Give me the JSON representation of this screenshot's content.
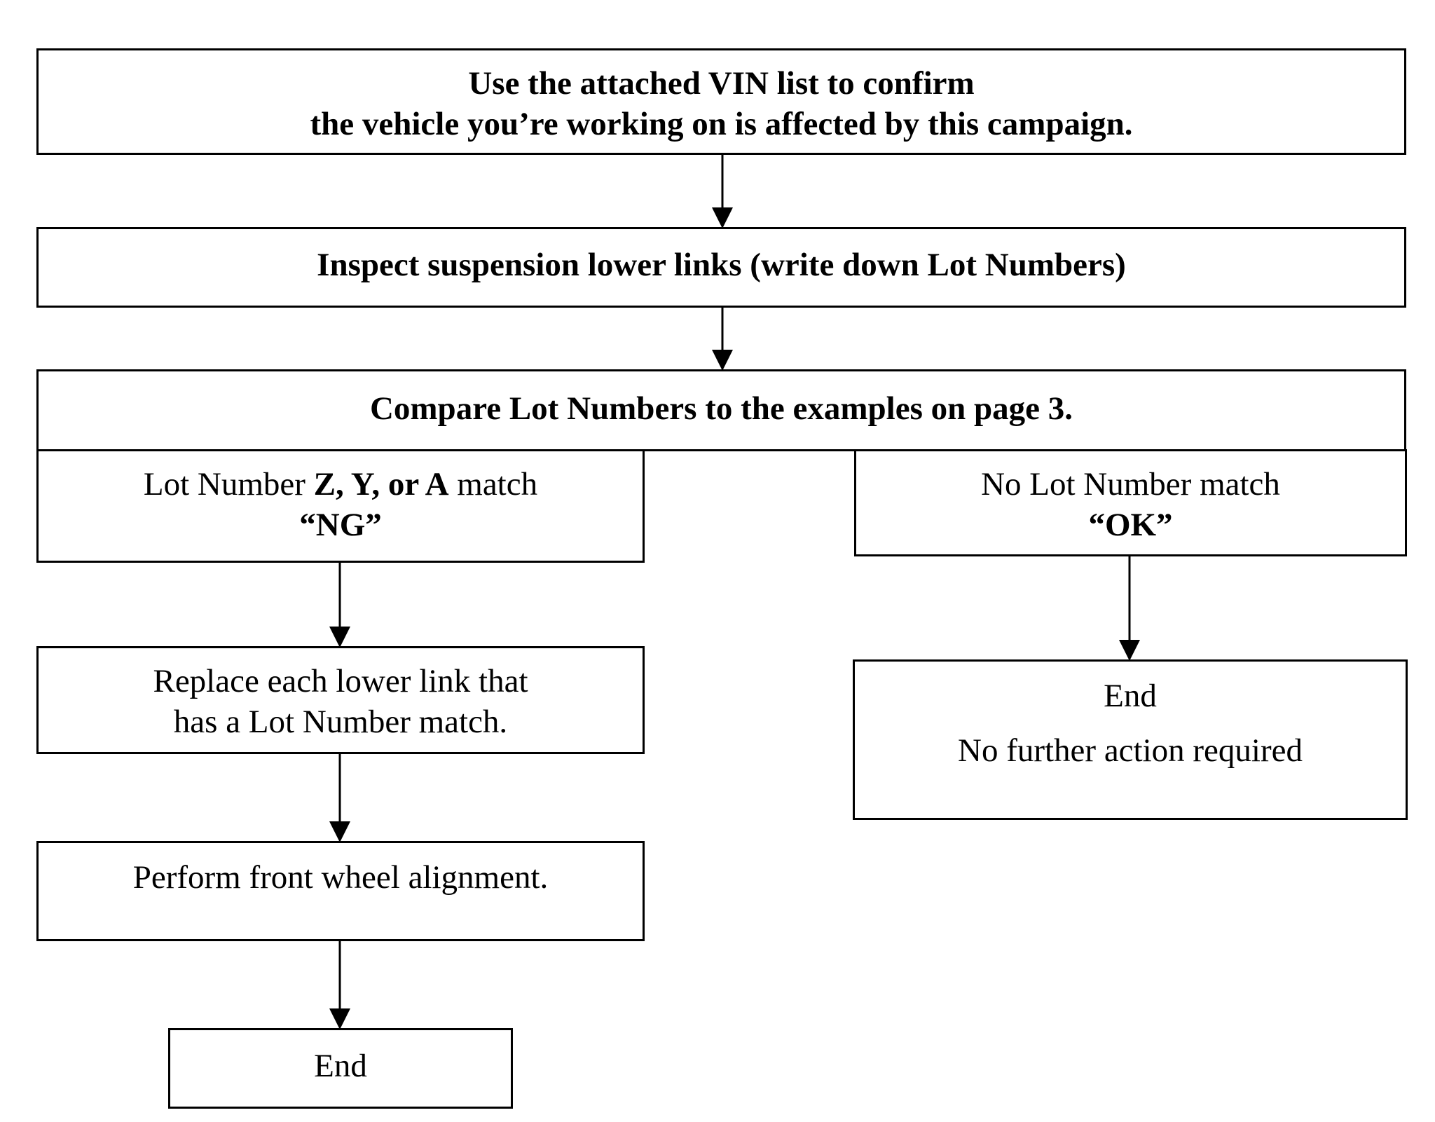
{
  "step1": {
    "line1": "Use the attached VIN list to confirm",
    "line2": "the vehicle you’re working on is affected by this campaign."
  },
  "step2": {
    "text": "Inspect suspension lower links (write down Lot Numbers)"
  },
  "step3": {
    "text": "Compare Lot Numbers to the examples on page 3."
  },
  "branch_ng": {
    "prefix": "Lot Number ",
    "letters": "Z, Y, or A",
    "suffix": " match",
    "result": "“NG”"
  },
  "branch_ok": {
    "text": "No Lot Number match",
    "result": "“OK”"
  },
  "replace": {
    "line1": "Replace each lower link that",
    "line2": "has a Lot Number match."
  },
  "alignment": {
    "text": "Perform front wheel alignment."
  },
  "end_ng": {
    "text": "End"
  },
  "end_ok": {
    "title": "End",
    "note": "No further action required"
  }
}
